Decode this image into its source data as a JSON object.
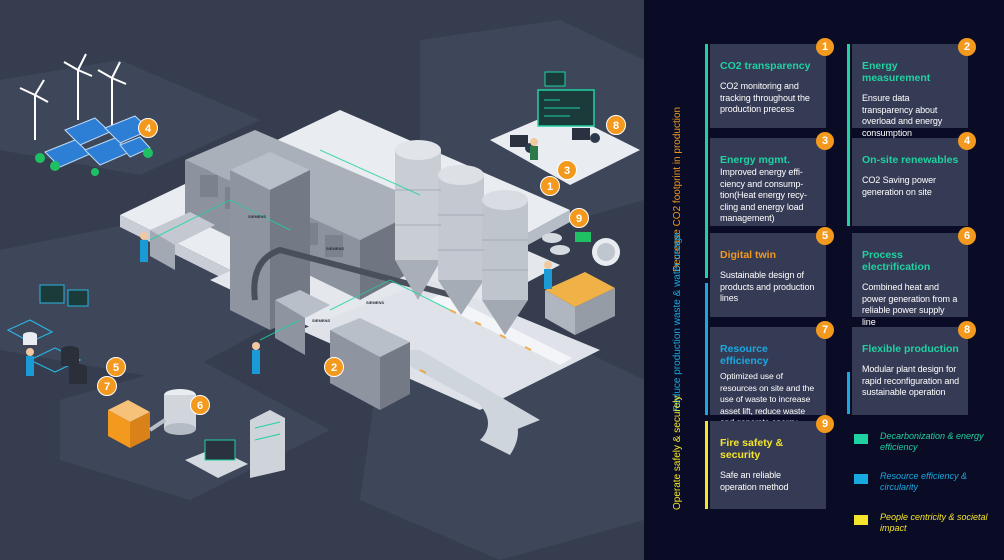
{
  "colors": {
    "teal": "#1fd2a2",
    "blue": "#19a9e1",
    "yellow": "#f4e52a",
    "orange": "#f39a1e",
    "card": "#363b55",
    "panel": "#0a0c26",
    "scene": "#363d4f"
  },
  "categories": [
    {
      "label": "Decrease CO2 footprint in production",
      "color": "#f39a1e"
    },
    {
      "label": "Reduce production waste & water usage",
      "color": "#19a9e1"
    },
    {
      "label": "Operate safely & securely",
      "color": "#f4e52a"
    }
  ],
  "cards": [
    {
      "num": "1",
      "title": "CO2 transparency",
      "desc": "CO2 monitoring and tracking throughout the production precess"
    },
    {
      "num": "2",
      "title": "Energy measurement",
      "desc": "Ensure data transparency about overload and energy consumption"
    },
    {
      "num": "3",
      "title": "Energy mgmt.",
      "desc": "Improved energy effi-ciency and consump-tion(Heat energy recy-cling and energy load management)"
    },
    {
      "num": "4",
      "title": "On-site renewables",
      "desc": "CO2 Saving power generation on site"
    },
    {
      "num": "5",
      "title": "Digital twin",
      "desc": "Sustainable design of products and production lines"
    },
    {
      "num": "6",
      "title": "Process electrification",
      "desc": "Combined heat and power generation from a reliable power supply line"
    },
    {
      "num": "7",
      "title": "Resource efficiency",
      "desc": "Optimized use of resources on site and the use of waste to increase asset lift, reduce waste and generate energy"
    },
    {
      "num": "8",
      "title": "Flexible production",
      "desc": "Modular plant design for rapid reconfiguration and sustainable operation"
    },
    {
      "num": "9",
      "title": "Fire safety & security",
      "desc": "Safe an reliable operation method"
    }
  ],
  "legend": [
    {
      "label": "Decarbonization & energy efficiency",
      "color": "#1fd2a2"
    },
    {
      "label": "Resource efficiency & circularity",
      "color": "#19a9e1"
    },
    {
      "label": "People centricity & societal impact",
      "color": "#f4e52a"
    }
  ],
  "scene_badges": [
    "1",
    "2",
    "3",
    "4",
    "5",
    "6",
    "7",
    "8",
    "9"
  ],
  "scene_signs": [
    "SIEMENS",
    "SIEMENS",
    "SIEMENS",
    "SIEMENS"
  ]
}
